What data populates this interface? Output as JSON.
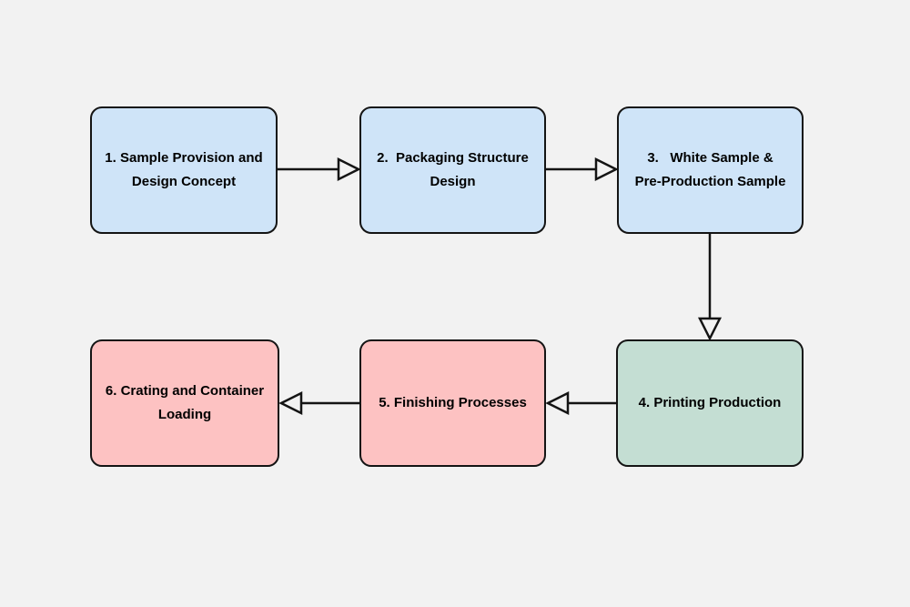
{
  "diagram": {
    "background_color": "#f2f2f2",
    "stroke_color": "#141414",
    "arrowhead_style": "hollow-triangle",
    "nodes": [
      {
        "id": "step-1",
        "label": "1. Sample Provision and\nDesign Concept",
        "fill": "#cfe4f8"
      },
      {
        "id": "step-2",
        "label": "2.  Packaging Structure\nDesign",
        "fill": "#cfe4f8"
      },
      {
        "id": "step-3",
        "label": "3.   White Sample &\nPre-Production Sample",
        "fill": "#cfe4f8"
      },
      {
        "id": "step-4",
        "label": "4. Printing Production",
        "fill": "#c4ded3"
      },
      {
        "id": "step-5",
        "label": "5. Finishing Processes",
        "fill": "#fdc2c2"
      },
      {
        "id": "step-6",
        "label": "6. Crating and Container\nLoading",
        "fill": "#fdc2c2"
      }
    ],
    "edges": [
      {
        "from": "step-1",
        "to": "step-2",
        "direction": "right"
      },
      {
        "from": "step-2",
        "to": "step-3",
        "direction": "right"
      },
      {
        "from": "step-3",
        "to": "step-4",
        "direction": "down"
      },
      {
        "from": "step-4",
        "to": "step-5",
        "direction": "left"
      },
      {
        "from": "step-5",
        "to": "step-6",
        "direction": "left"
      }
    ]
  }
}
